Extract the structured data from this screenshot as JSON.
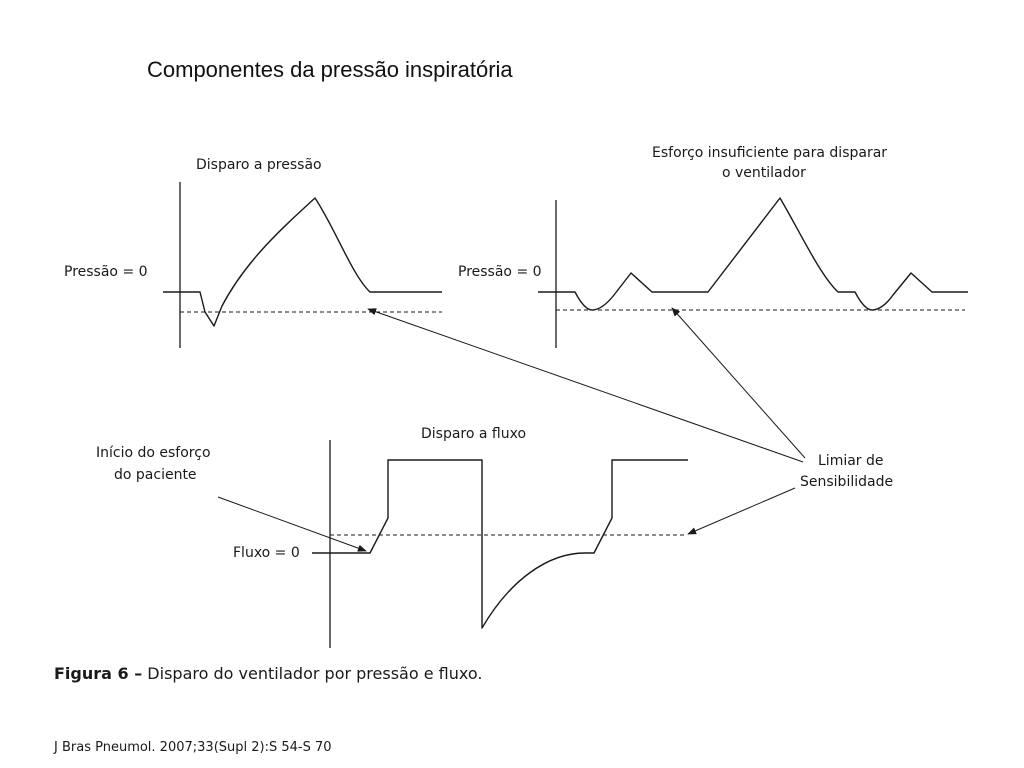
{
  "slide": {
    "title": "Componentes da pressão inspiratória"
  },
  "panels": {
    "pressure_trigger": {
      "title": "Disparo a pressão",
      "y_label": "Pressão = 0"
    },
    "insufficient_effort": {
      "title_line1": "Esforço insuficiente para disparar",
      "title_line2": "o ventilador",
      "y_label": "Pressão = 0"
    },
    "flow_trigger": {
      "title": "Disparo a fluxo",
      "y_label": "Fluxo = 0"
    }
  },
  "annotations": {
    "patient_effort_line1": "Início do esforço",
    "patient_effort_line2": "do paciente",
    "threshold_line1": "Limiar de",
    "threshold_line2": "Sensibilidade"
  },
  "caption": {
    "figure_label": "Figura 6 –",
    "text": " Disparo do ventilador por pressão e fluxo."
  },
  "reference": "J Bras Pneumol. 2007;33(Supl 2):S 54-S 70"
}
